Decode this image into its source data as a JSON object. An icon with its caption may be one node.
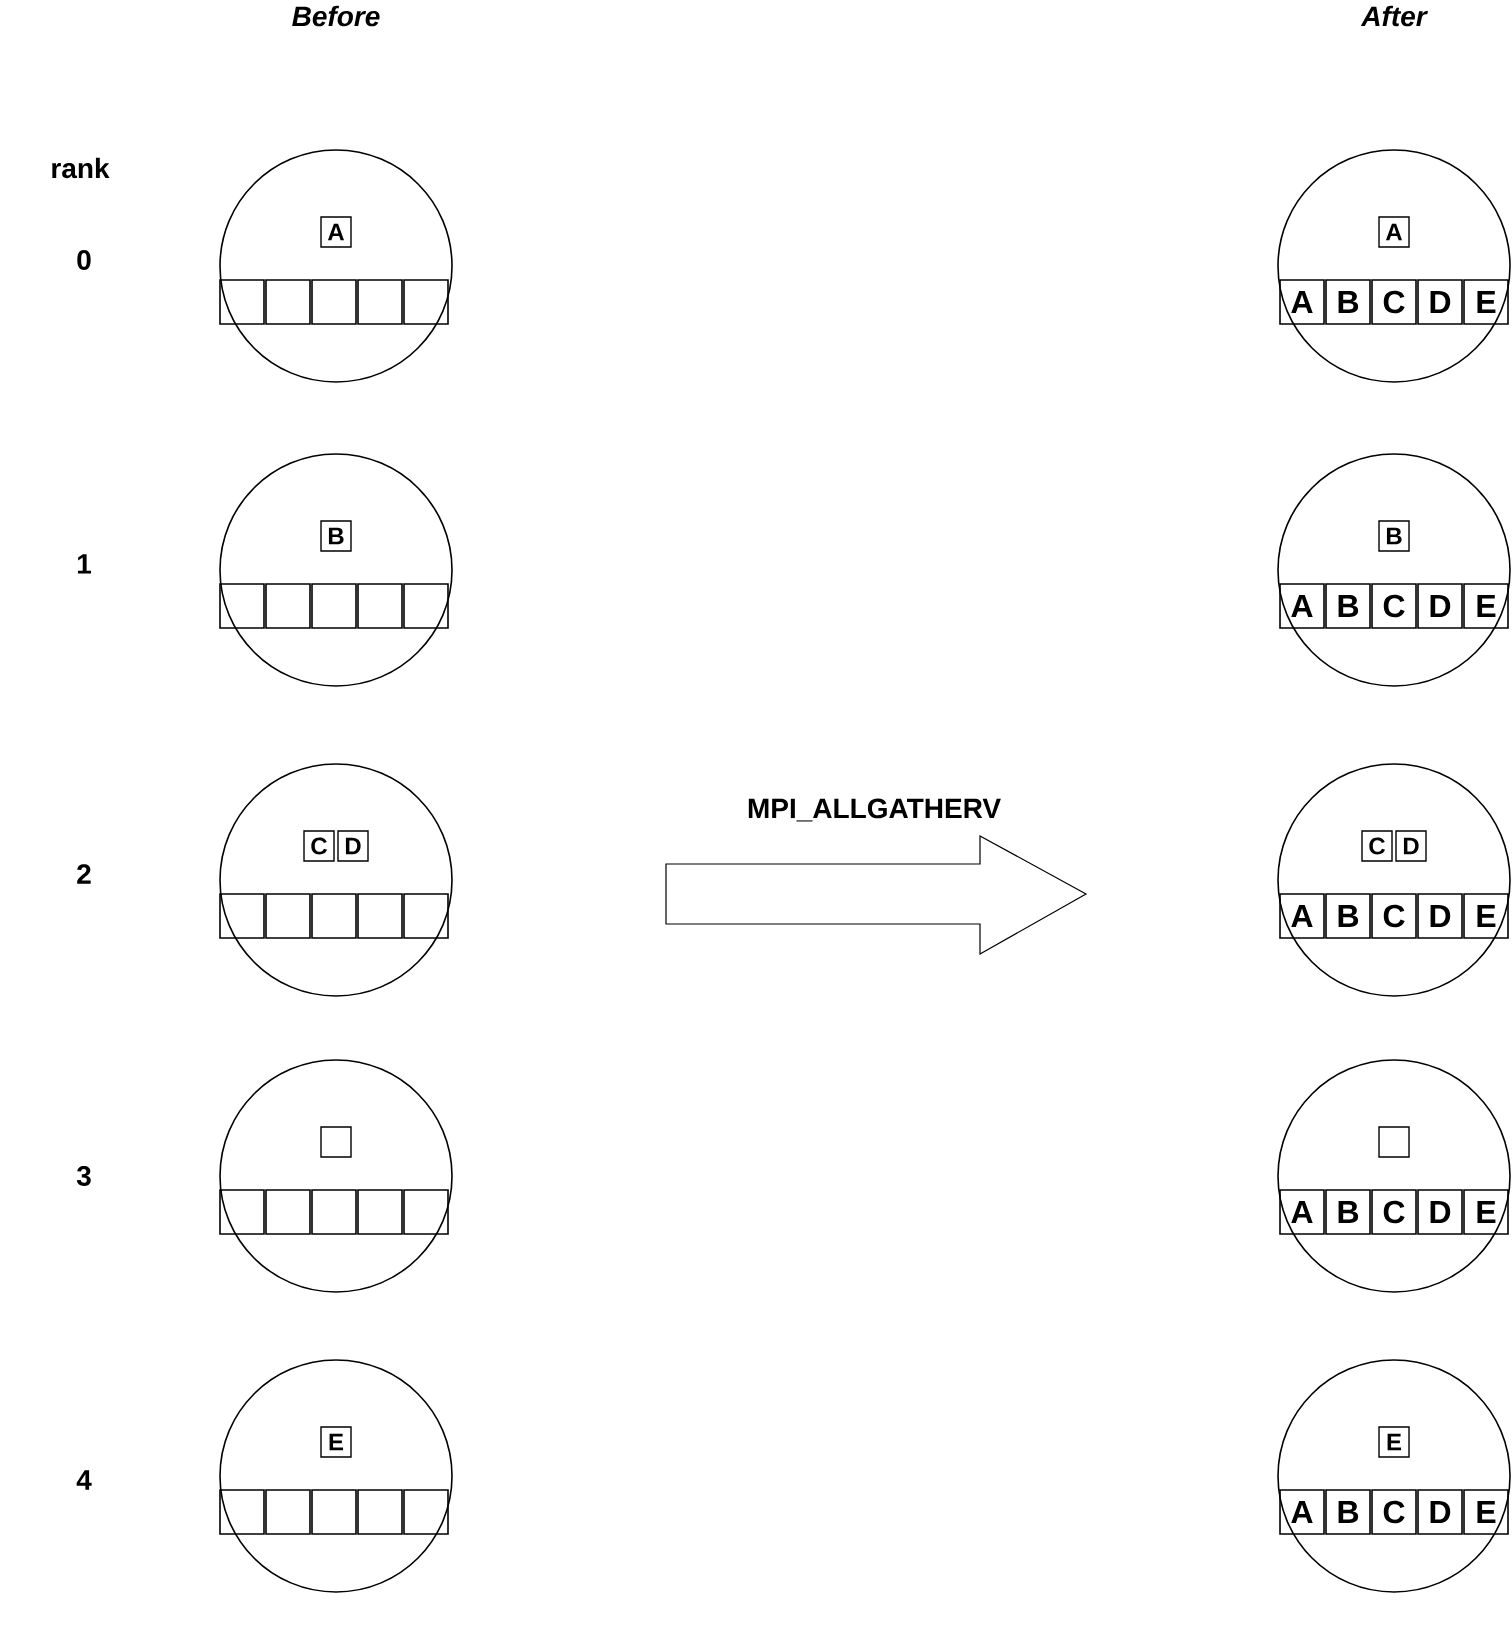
{
  "diagram": {
    "nodes": [
      {
        "text": [],
        "shape": "circle"
      },
      {
        "text": [
          "A"
        ],
        "in": 0
      },
      {
        "text": [],
        "shape": "box",
        "in": 0
      },
      {
        "text": [],
        "shape": "box",
        "in": 0
      },
      {
        "text": [],
        "shape": "box",
        "in": 0
      },
      {
        "text": [],
        "shape": "box",
        "in": 0
      },
      {
        "text": [],
        "shape": "box",
        "in": 0
      },
      {
        "text": [],
        "shape": "circle"
      },
      {
        "text": [
          "A"
        ],
        "in": 7
      },
      {
        "text": [
          "A"
        ],
        "in": 7
      },
      {
        "text": [
          "B"
        ],
        "in": 7
      },
      {
        "text": [
          "C"
        ],
        "in": 7
      },
      {
        "text": [
          "D"
        ],
        "in": 7
      },
      {
        "text": [
          "E"
        ],
        "in": 7
      },
      {
        "text": [],
        "shape": "circle"
      },
      {
        "text": [
          "B"
        ],
        "in": 14
      },
      {
        "text": [],
        "shape": "box",
        "in": 14
      },
      {
        "text": [],
        "shape": "box",
        "in": 14
      },
      {
        "text": [],
        "shape": "box",
        "in": 14
      },
      {
        "text": [],
        "shape": "box",
        "in": 14
      },
      {
        "text": [],
        "shape": "box",
        "in": 14
      },
      {
        "text": [],
        "shape": "circle"
      },
      {
        "text": [
          "B"
        ],
        "in": 21
      },
      {
        "text": [
          "A"
        ],
        "in": 21
      },
      {
        "text": [
          "B"
        ],
        "in": 21
      },
      {
        "text": [
          "C"
        ],
        "in": 21
      },
      {
        "text": [
          "D"
        ],
        "in": 21
      },
      {
        "text": [
          "E"
        ],
        "in": 21
      },
      {
        "text": [],
        "shape": "circle"
      },
      {
        "text": [
          "C"
        ],
        "in": 28
      },
      {
        "text": [
          "D"
        ],
        "in": 28
      },
      {
        "text": [],
        "shape": "box",
        "in": 28
      },
      {
        "text": [],
        "shape": "box",
        "in": 28
      },
      {
        "text": [],
        "shape": "box",
        "in": 28
      },
      {
        "text": [],
        "shape": "box",
        "in": 28
      },
      {
        "text": [],
        "shape": "box",
        "in": 28
      },
      {
        "text": [],
        "shape": "circle"
      },
      {
        "text": [
          "C"
        ],
        "in": 36
      },
      {
        "text": [
          "D"
        ],
        "in": 36
      },
      {
        "text": [
          "A"
        ],
        "in": 36
      },
      {
        "text": [
          "B"
        ],
        "in": 36
      },
      {
        "text": [
          "C"
        ],
        "in": 36
      },
      {
        "text": [
          "D"
        ],
        "in": 36
      },
      {
        "text": [
          "E"
        ],
        "in": 36
      },
      {
        "text": [],
        "shape": "circle"
      },
      {
        "text": [],
        "shape": "box",
        "in": 44
      },
      {
        "text": [],
        "shape": "box",
        "in": 44
      },
      {
        "text": [],
        "shape": "box",
        "in": 44
      },
      {
        "text": [],
        "shape": "box",
        "in": 44
      },
      {
        "text": [],
        "shape": "box",
        "in": 44
      },
      {
        "text": [],
        "shape": "box",
        "in": 44
      },
      {
        "text": [],
        "shape": "circle"
      },
      {
        "text": [],
        "shape": "box",
        "in": 51
      },
      {
        "text": [
          "A"
        ],
        "in": 51
      },
      {
        "text": [
          "B"
        ],
        "in": 51
      },
      {
        "text": [
          "C"
        ],
        "in": 51
      },
      {
        "text": [
          "D"
        ],
        "in": 51
      },
      {
        "text": [
          "E"
        ],
        "in": 51
      },
      {
        "text": [],
        "shape": "circle"
      },
      {
        "text": [
          "E"
        ],
        "in": 58
      },
      {
        "text": [],
        "shape": "box",
        "in": 58
      },
      {
        "text": [],
        "shape": "box",
        "in": 58
      },
      {
        "text": [],
        "shape": "box",
        "in": 58
      },
      {
        "text": [],
        "shape": "box",
        "in": 58
      },
      {
        "text": [],
        "shape": "box",
        "in": 58
      },
      {
        "text": [],
        "shape": "circle"
      },
      {
        "text": [
          "E"
        ],
        "in": 65
      },
      {
        "text": [
          "A"
        ],
        "in": 65
      },
      {
        "text": [
          "B"
        ],
        "in": 65
      },
      {
        "text": [
          "C"
        ],
        "in": 65
      },
      {
        "text": [
          "D"
        ],
        "in": 65
      },
      {
        "text": [
          "E"
        ],
        "in": 65
      }
    ],
    "labels": [
      "Before",
      "After",
      "rank",
      "0",
      "1",
      "2",
      "MPI_ALLGATHERV",
      "3",
      "4"
    ]
  }
}
